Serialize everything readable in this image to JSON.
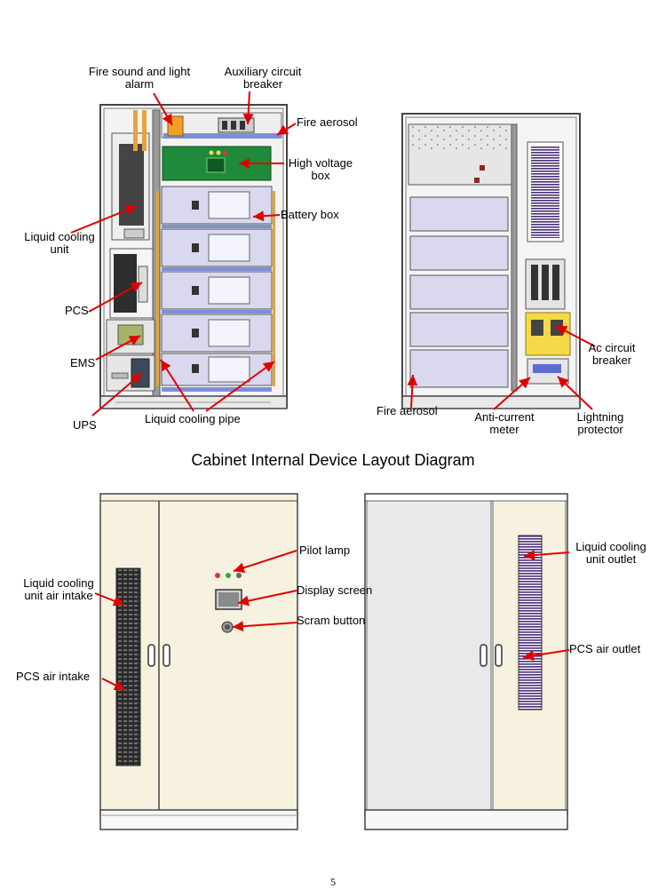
{
  "caption": "Cabinet Internal Device Layout Diagram",
  "page_number": "5",
  "labels": {
    "fire_alarm": "Fire sound and light\nalarm",
    "aux_breaker": "Auxiliary circuit\nbreaker",
    "fire_aerosol_top": "Fire aerosol",
    "high_voltage_box": "High voltage\nbox",
    "battery_box": "Battery box",
    "liquid_cooling_unit": "Liquid cooling\nunit",
    "pcs": "PCS",
    "ems": "EMS",
    "ups": "UPS",
    "liquid_cooling_pipe": "Liquid cooling pipe",
    "fire_aerosol_bottom": "Fire aerosol",
    "anti_current_meter": "Anti-current\nmeter",
    "lightning_protector": "Lightning\nprotector",
    "ac_breaker": "Ac circuit\nbreaker",
    "pilot_lamp": "Pilot lamp",
    "display_screen": "Display screen",
    "scram_button": "Scram button",
    "lc_air_intake": "Liquid cooling\nunit air intake",
    "pcs_air_intake": "PCS air intake",
    "lc_unit_outlet": "Liquid cooling\nunit outlet",
    "pcs_air_outlet": "PCS air outlet"
  },
  "colors": {
    "arrow": "#e00000",
    "cabinet_frame": "#444444",
    "door_fill": "#f6f2df",
    "battery_fill": "#d9d8ee",
    "pcb_green": "#1f8a3a",
    "alarm_orange": "#f2a023",
    "pipe_orange": "#e8a23b",
    "rail_blue": "#7f8fd6",
    "yellow_panel": "#f5d94a",
    "vent_purple": "#5b3b88"
  }
}
